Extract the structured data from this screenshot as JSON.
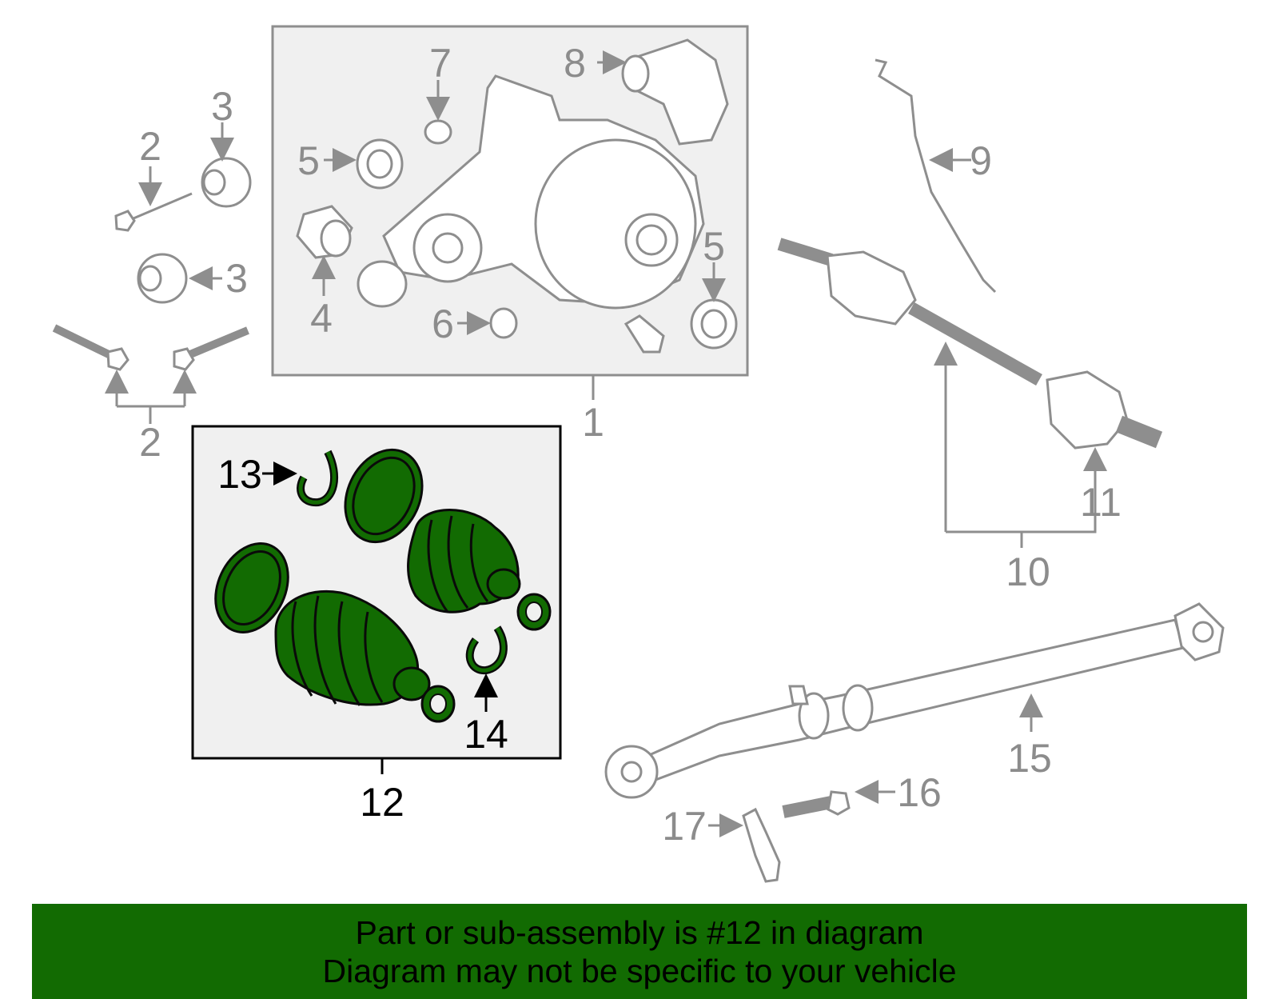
{
  "callouts": {
    "c1": "1",
    "c2a": "2",
    "c2b": "2",
    "c3a": "3",
    "c3b": "3",
    "c4": "4",
    "c5a": "5",
    "c5b": "5",
    "c6": "6",
    "c7": "7",
    "c8": "8",
    "c9": "9",
    "c10": "10",
    "c11": "11",
    "c12": "12",
    "c13": "13",
    "c14": "14",
    "c15": "15",
    "c16": "16",
    "c17": "17"
  },
  "footer": {
    "line1": "Part or sub-assembly is #12 in diagram",
    "line2": "Diagram may not be specific to your vehicle"
  },
  "colors": {
    "highlight": "#126b02",
    "part_line": "#8e8e8e",
    "callout_text": "#8c8c8c"
  }
}
